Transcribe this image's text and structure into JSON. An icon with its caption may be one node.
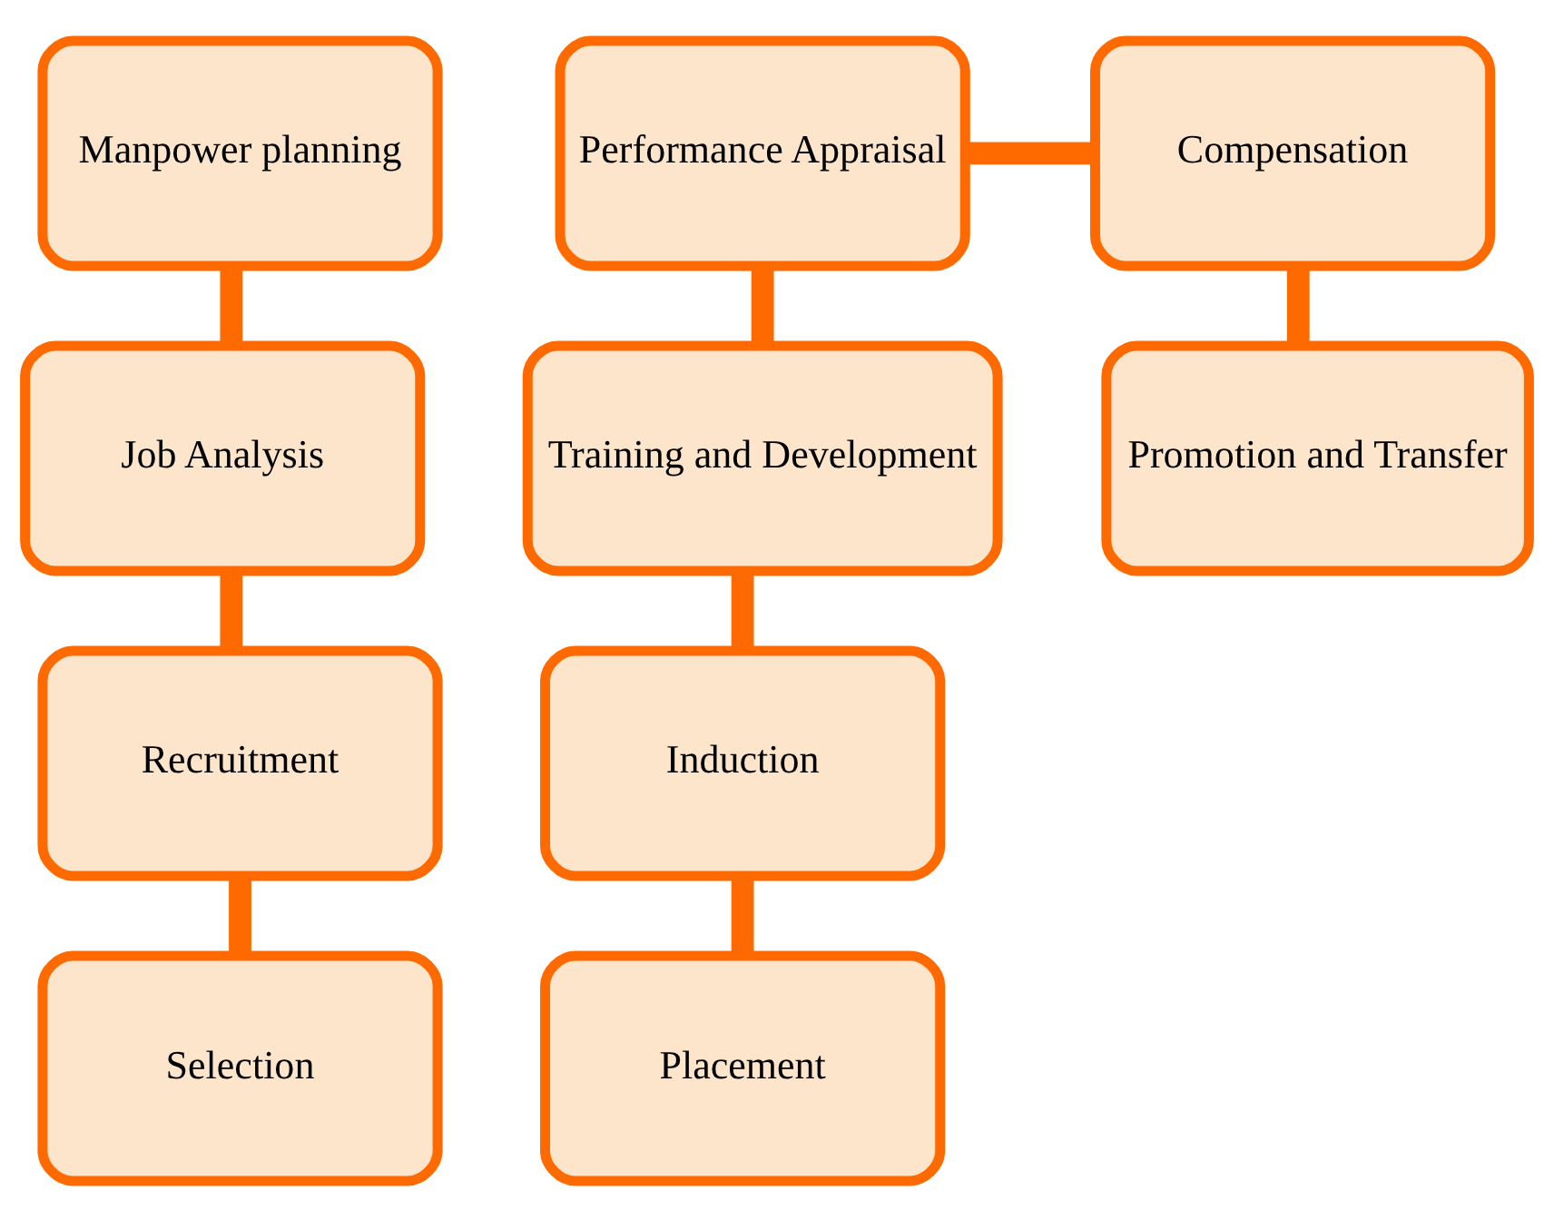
{
  "diagram": {
    "nodes": [
      {
        "text": [
          "Manpower planning"
        ]
      },
      {
        "text": [
          "Job Analysis"
        ]
      },
      {
        "text": [
          "Recruitment"
        ]
      },
      {
        "text": [
          "Selection"
        ]
      },
      {
        "text": [
          "Performance Appraisal"
        ]
      },
      {
        "text": [
          "Training and Development"
        ]
      },
      {
        "text": [
          "Induction"
        ]
      },
      {
        "text": [
          "Placement"
        ]
      },
      {
        "text": [
          "Compensation"
        ]
      },
      {
        "text": [
          "Promotion and Transfer"
        ]
      }
    ],
    "edges": [
      {
        "from": 0,
        "to": 1,
        "arrow": "none"
      },
      {
        "from": 1,
        "to": 2,
        "arrow": "none"
      },
      {
        "from": 2,
        "to": 3,
        "arrow": "none"
      },
      {
        "from": 4,
        "to": 5,
        "arrow": "none"
      },
      {
        "from": 5,
        "to": 6,
        "arrow": "none"
      },
      {
        "from": 6,
        "to": 7,
        "arrow": "none"
      },
      {
        "from": 4,
        "to": 8,
        "arrow": "none"
      },
      {
        "from": 8,
        "to": 9,
        "arrow": "none"
      }
    ]
  }
}
